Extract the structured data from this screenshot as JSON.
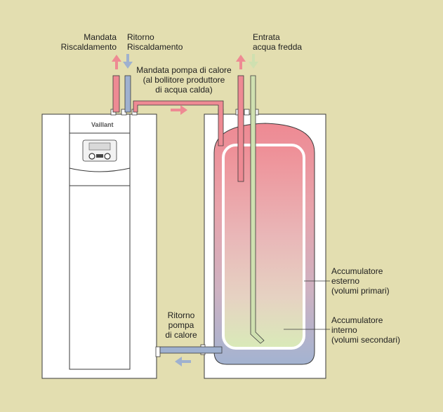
{
  "labels": {
    "mandata_riscaldamento": [
      "Mandata",
      "Riscaldamento"
    ],
    "ritorno_riscaldamento": [
      "Ritorno",
      "Riscaldamento"
    ],
    "entrata_acqua_fredda": [
      "Entrata",
      "acqua fredda"
    ],
    "mandata_pompa": [
      "Mandata pompa di calore",
      "(al bollitore produttore",
      "di acqua calda)"
    ],
    "ritorno_pompa": [
      "Ritorno",
      "pompa",
      "di calore"
    ],
    "accumulatore_esterno": [
      "Accumulatore",
      "esterno",
      "(volumi primari)"
    ],
    "accumulatore_interno": [
      "Accumulatore",
      "interno",
      "(volumi secondari)"
    ]
  },
  "heat_pump": {
    "logo": "Vaillant"
  },
  "colors": {
    "background": "#e3deb0",
    "hot": "#ee8a93",
    "cold": "#9fb1cf",
    "fresh_water": "#cfe0b0",
    "unit_fill": "#ffffff",
    "outline": "#3a3a3a"
  }
}
